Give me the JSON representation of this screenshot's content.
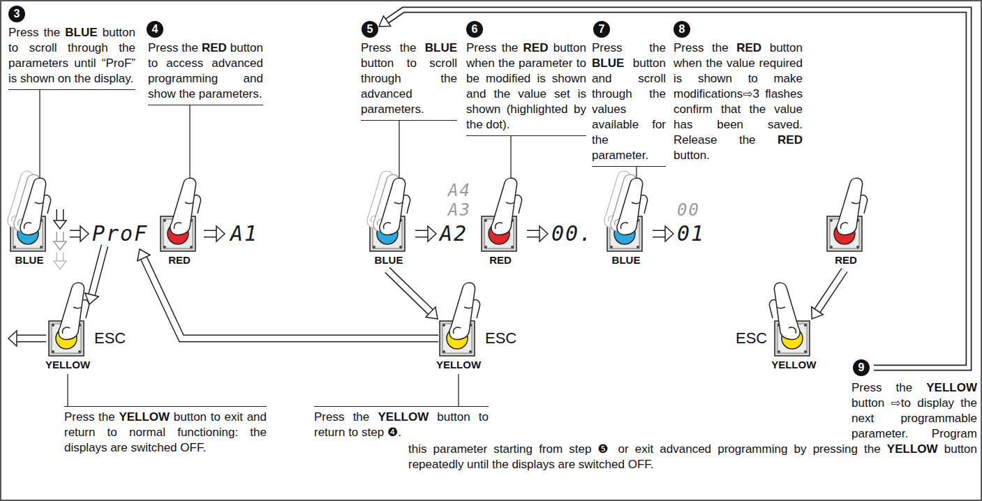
{
  "diagram": {
    "nodes": [
      {
        "text": [
          "BLUE"
        ]
      },
      {
        "text": [
          "RED"
        ]
      },
      {
        "text": [
          "BLUE"
        ]
      },
      {
        "text": [
          "RED"
        ]
      },
      {
        "text": [
          "BLUE"
        ]
      },
      {
        "text": [
          "RED"
        ]
      },
      {
        "text": [
          "ESC",
          "YELLOW"
        ]
      },
      {
        "text": [
          "ESC",
          "YELLOW"
        ]
      },
      {
        "text": [
          "ESC",
          "YELLOW"
        ]
      }
    ],
    "edges": [
      {
        "from": 2,
        "to": 7,
        "arrow": "to"
      },
      {
        "from": 5,
        "to": 8,
        "arrow": "to"
      }
    ],
    "labels": [
      "3",
      "Press the BLUE button to scroll through the parameters until “ProF” is shown on the display.",
      "4",
      "Press the RED button to access advanced programming and show the parameters.",
      "5",
      "Press the BLUE button to scroll through the advanced parameters.",
      "6",
      "Press the RED button when the parameter to be modified is shown and the value set is shown (highlighted by the dot).",
      "7",
      "Press the BLUE button and scroll through the values available for the parameter.",
      "8",
      "Press the RED button when the value required is shown to make modifications⇨3 flashes confirm that the value has been saved. Release the RED button.",
      "ProF",
      "A1",
      "A4",
      "A3",
      "A2",
      "00.",
      "00",
      "01",
      "9",
      "Press the YELLOW button ⇨to display the next programmable parameter. Program this parameter starting from step ❺ or exit advanced programming by pressing the YELLOW button repeatedly until the displays are switched OFF.",
      "Press the YELLOW button to exit and return to normal functioning: the displays are switched OFF.",
      "Press the YELLOW button to return to step ❹."
    ]
  }
}
